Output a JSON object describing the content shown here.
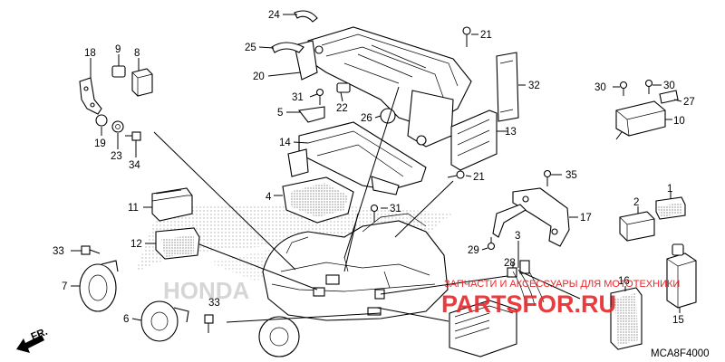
{
  "callouts": [
    "1",
    "2",
    "3",
    "4",
    "5",
    "6",
    "7",
    "8",
    "9",
    "10",
    "11",
    "12",
    "13",
    "14",
    "15",
    "16",
    "17",
    "18",
    "19",
    "20",
    "21",
    "21",
    "22",
    "23",
    "24",
    "25",
    "26",
    "27",
    "28",
    "29",
    "30",
    "30",
    "31",
    "31",
    "32",
    "33",
    "33",
    "34",
    "35"
  ],
  "diagram_code": "MCA8F4000",
  "direction_label": "FR.",
  "watermark": {
    "caption": "ЗАПЧАСТИ И АКСЕССУАРЫ ДЛЯ МОТОТЕХНИКИ",
    "brand": "PARTSFOR.RU",
    "color": "#e8262a"
  },
  "background_logo": "HONDA"
}
